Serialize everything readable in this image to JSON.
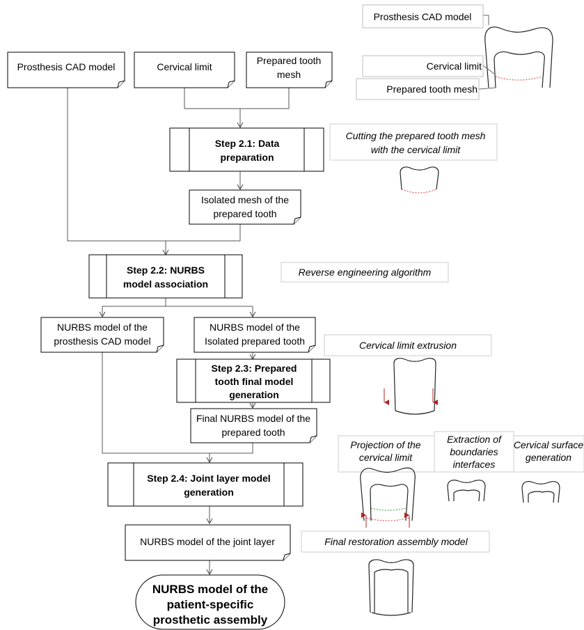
{
  "inputs": {
    "prosthesis_cad": "Prosthesis CAD model",
    "cervical_limit": "Cervical limit",
    "prepared_mesh_1": "Prepared tooth",
    "prepared_mesh_2": "mesh"
  },
  "steps": {
    "s21_1": "Step 2.1: Data",
    "s21_2": "preparation",
    "s22_1": "Step 2.2: NURBS",
    "s22_2": "model association",
    "s23_1": "Step 2.3: Prepared",
    "s23_2": "tooth final model",
    "s23_3": "generation",
    "s24_1": "Step 2.4: Joint layer model",
    "s24_2": "generation"
  },
  "outputs": {
    "isolated_1": "Isolated mesh of the",
    "isolated_2": "prepared tooth",
    "nurbs_cad_1": "NURBS model of the",
    "nurbs_cad_2": "prosthesis CAD model",
    "nurbs_iso_1": "NURBS model of the",
    "nurbs_iso_2": "Isolated prepared tooth",
    "final_nurbs_1": "Final NURBS model of the",
    "final_nurbs_2": "prepared tooth",
    "joint_layer": "NURBS model of the joint layer",
    "terminal_1": "NURBS model of the",
    "terminal_2": "patient-specific",
    "terminal_3": "prosthetic assembly"
  },
  "illustration": {
    "label_cad": "Prosthesis CAD model",
    "label_cervical": "Cervical limit",
    "label_mesh": "Prepared tooth mesh"
  },
  "notes": {
    "cutting_1": "Cutting the prepared tooth mesh",
    "cutting_2": "with the cervical limit",
    "reverse": "Reverse engineering algorithm",
    "extrusion": "Cervical limit extrusion",
    "projection_1": "Projection of the",
    "projection_2": "cervical limit",
    "extraction_1": "Extraction of",
    "extraction_2": "boundaries",
    "extraction_3": "interfaces",
    "surface_1": "Cervical surface",
    "surface_2": "generation",
    "final_assembly": "Final restoration assembly model"
  },
  "colors": {
    "cervical_line": "#d43c3c",
    "projection_line": "#2e9a44",
    "arrow_red": "#b02020"
  }
}
